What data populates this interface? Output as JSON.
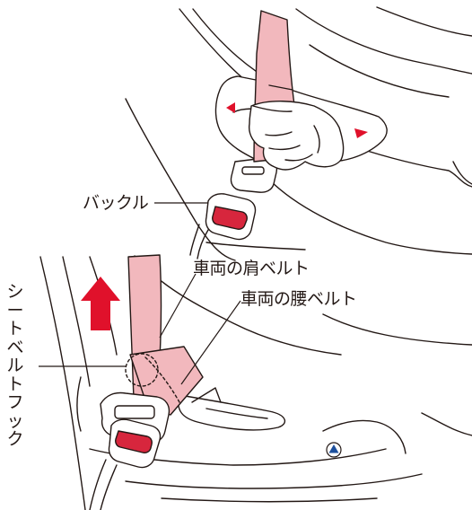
{
  "labels": {
    "buckle": "バックル",
    "shoulder_belt": "車両の肩ベルト",
    "lap_belt": "車両の腰ベルト",
    "belt_hook": "シートベルトフック"
  },
  "colors": {
    "belt_fill": "#f2b8bd",
    "belt_stroke": "#231815",
    "buckle_red": "#d7263d",
    "arrow_red": "#e0112b",
    "line": "#231815",
    "badge_blue": "#1d4f9c"
  },
  "icons": {
    "direction_arrow": "arrow-up-icon",
    "caution_badge": "caution-triangle-icon"
  }
}
